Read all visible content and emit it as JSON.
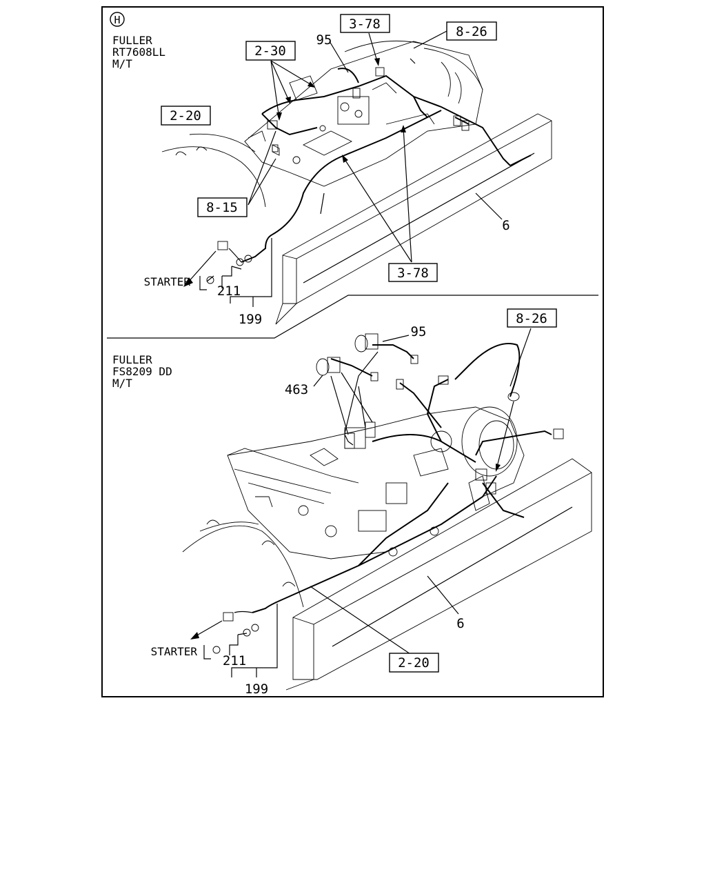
{
  "section_marker": "H",
  "top_panel": {
    "model_line1": "FULLER",
    "model_line2": "RT7608LL",
    "model_line3": "M/T",
    "refs": {
      "r_3_78_top": "3-78",
      "r_8_26": "8-26",
      "r_2_30": "2-30",
      "r_2_20": "2-20",
      "r_8_15": "8-15",
      "r_3_78_bottom": "3-78"
    },
    "parts": {
      "p95": "95",
      "p6": "6",
      "p211": "211",
      "p199": "199"
    },
    "starter_label": "STARTER"
  },
  "bottom_panel": {
    "model_line1": "FULLER",
    "model_line2": "FS8209 DD",
    "model_line3": "M/T",
    "refs": {
      "r_8_26": "8-26",
      "r_2_20": "2-20"
    },
    "parts": {
      "p95": "95",
      "p463": "463",
      "p6": "6",
      "p211": "211",
      "p199": "199"
    },
    "starter_label": "STARTER"
  }
}
